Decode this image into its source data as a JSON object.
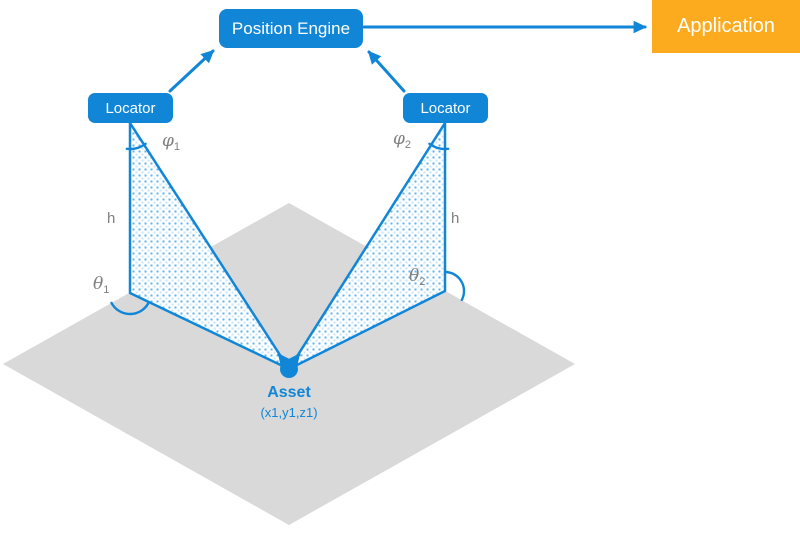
{
  "diagram": {
    "position_engine": {
      "label": "Position Engine"
    },
    "application": {
      "label": "Application"
    },
    "locator_left": {
      "label": "Locator"
    },
    "locator_right": {
      "label": "Locator"
    },
    "asset": {
      "label": "Asset",
      "coordinates": "(x1,y1,z1)"
    },
    "angles": {
      "phi1": {
        "base": "φ",
        "sub": "1"
      },
      "phi2": {
        "base": "φ",
        "sub": "2"
      },
      "theta1": {
        "base": "θ",
        "sub": "1"
      },
      "theta2": {
        "base": "θ",
        "sub": "2"
      }
    },
    "heights": {
      "left": "h",
      "right": "h"
    }
  },
  "colors": {
    "blue": "#1186D6",
    "orange": "#FBAB1D",
    "floor_gray": "#D9D9D9",
    "label_gray": "#7F7F7F",
    "dot_fill_strong": "#5FB3EB",
    "dot_fill_light": "#C6E4F8",
    "text_white": "#FFFFFF"
  }
}
